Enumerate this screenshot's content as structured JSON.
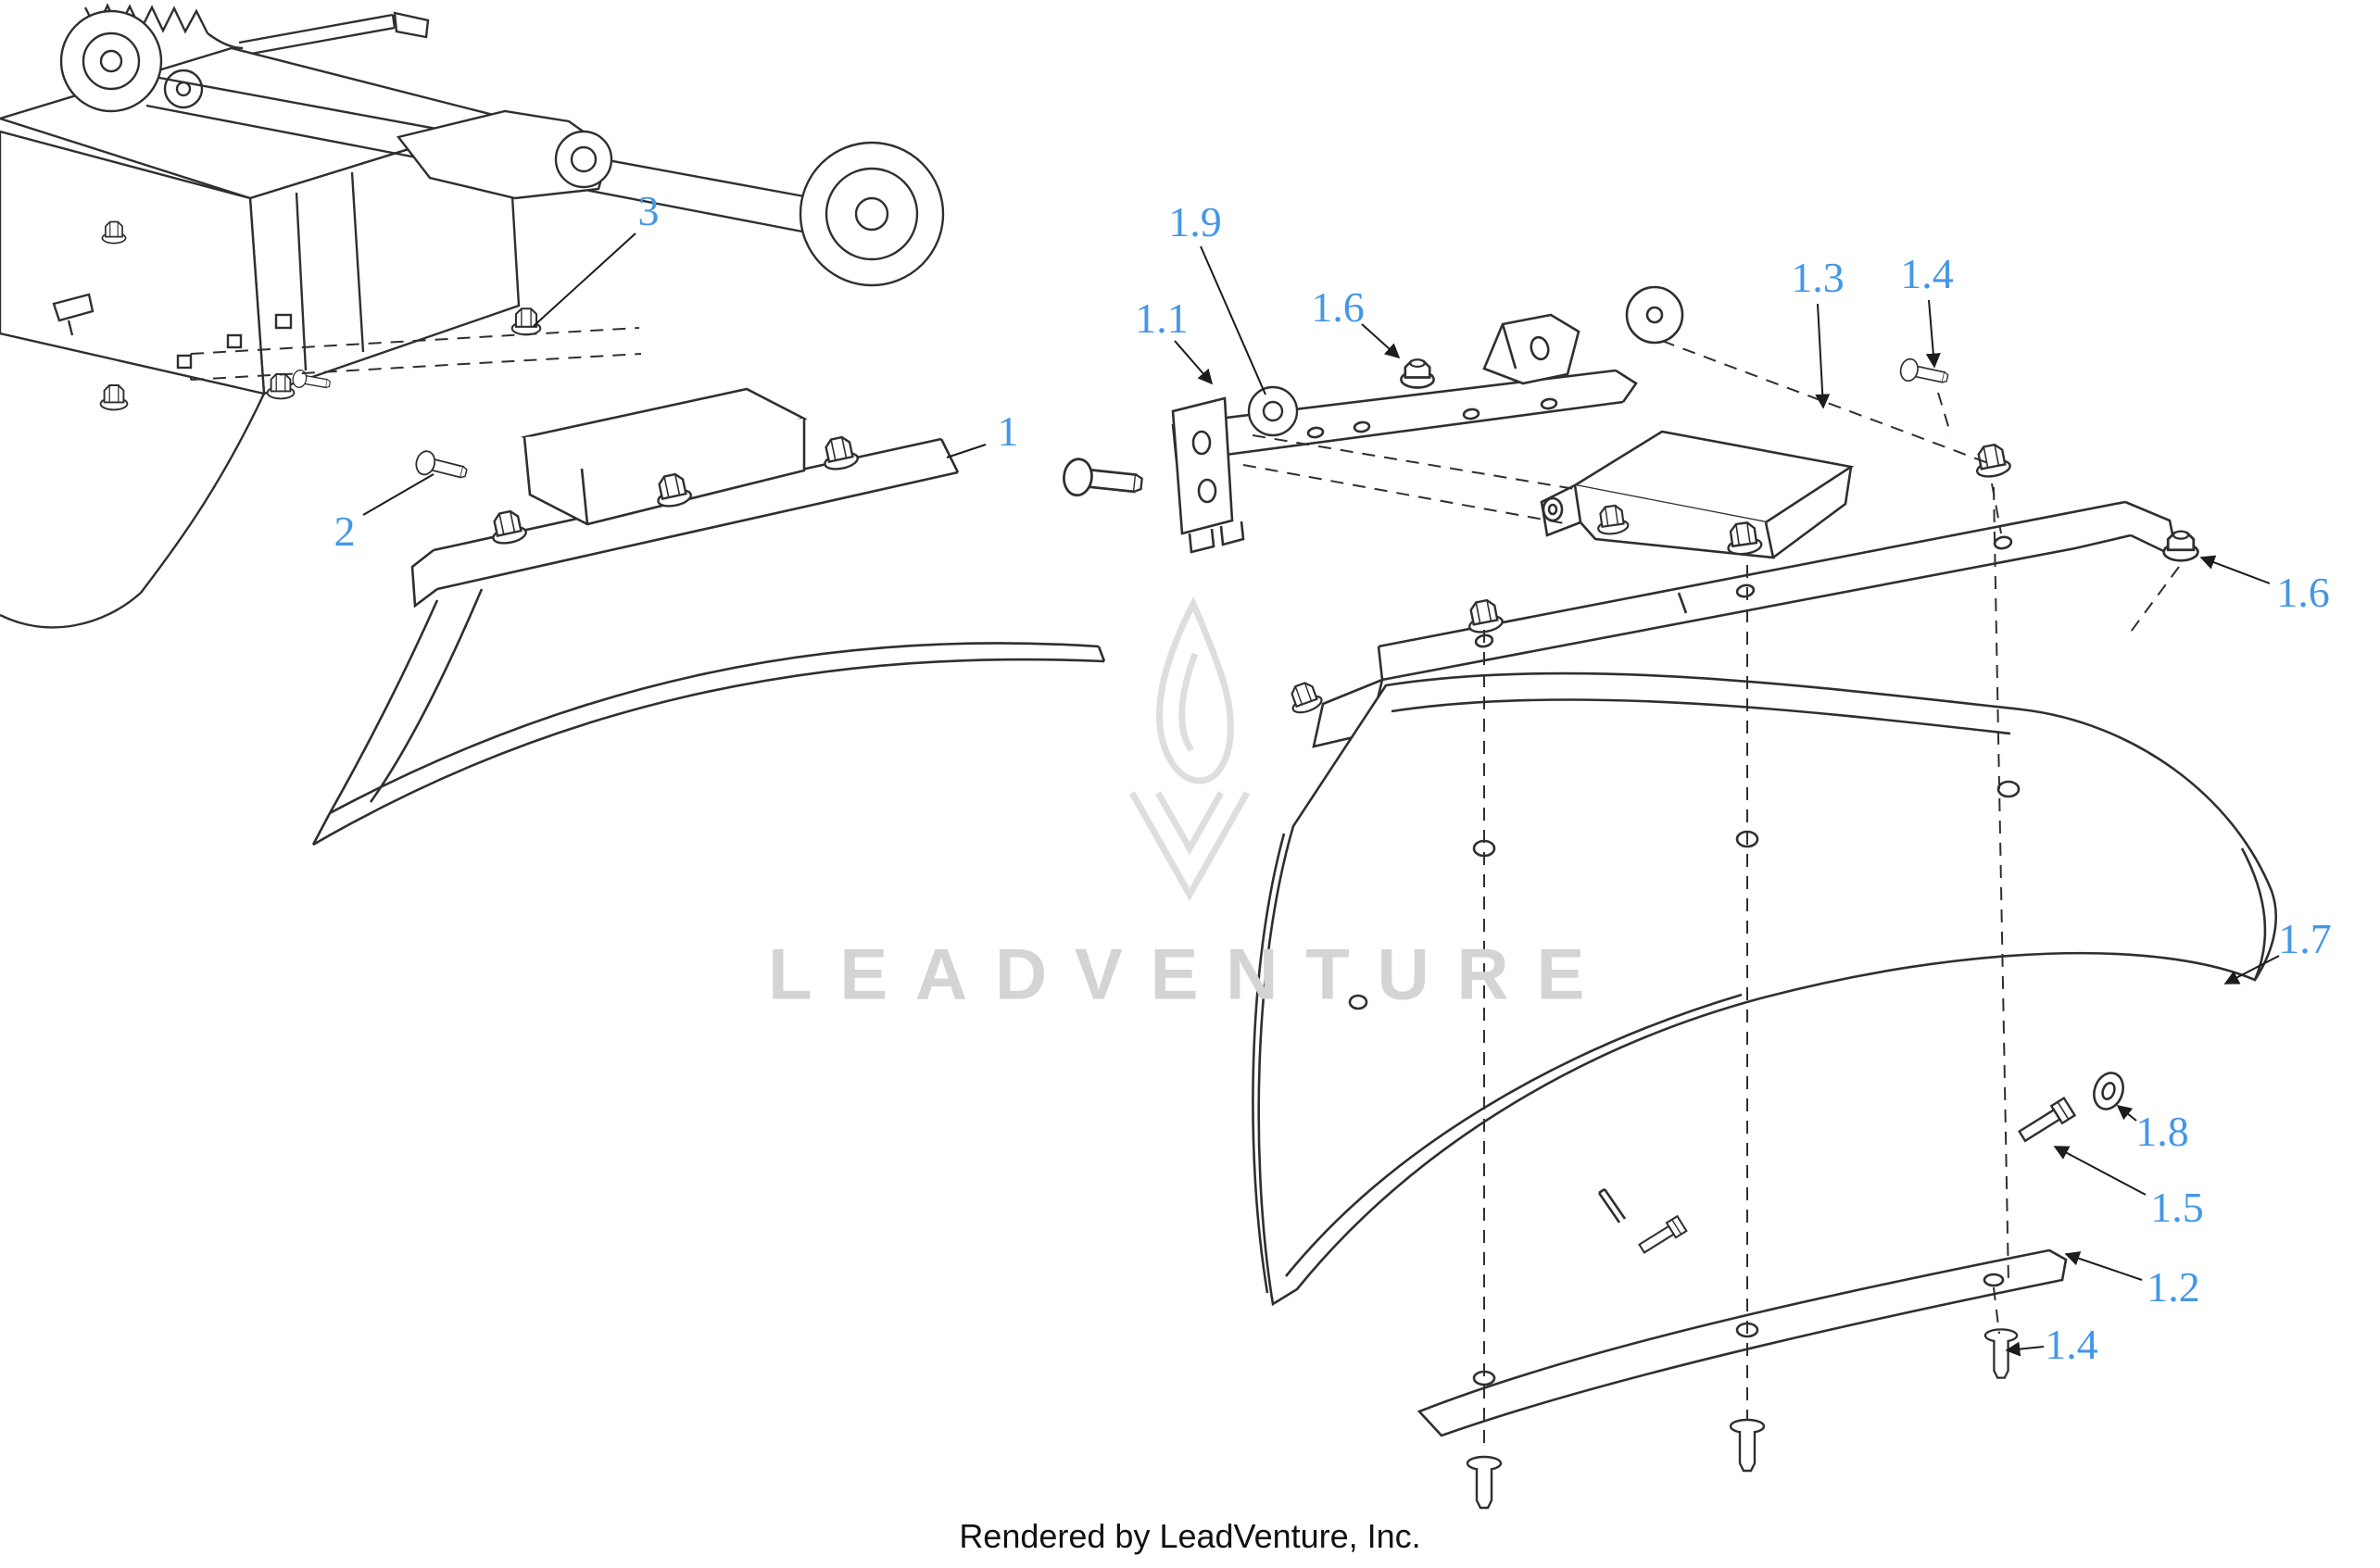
{
  "page": {
    "background": "#ffffff",
    "footer_credit": "Rendered by LeadVenture, Inc."
  },
  "watermark": {
    "text": "LEADVENTURE",
    "logo": "leadventure-flame-v-logo",
    "text_color": "#d4d4d4"
  },
  "diagram": {
    "type": "exploded-parts-diagram",
    "subject": "mower-deck-deflector-assembly",
    "line_color": "#2f2f2f",
    "callout_color": "#4597e6",
    "callouts": [
      {
        "label": "3"
      },
      {
        "label": "2"
      },
      {
        "label": "1"
      },
      {
        "label": "1.9"
      },
      {
        "label": "1.1"
      },
      {
        "label": "1.6"
      },
      {
        "label": "1.3"
      },
      {
        "label": "1.4"
      },
      {
        "label": "1.6"
      },
      {
        "label": "1.7"
      },
      {
        "label": "1.8"
      },
      {
        "label": "1.5"
      },
      {
        "label": "1.2"
      },
      {
        "label": "1.4"
      }
    ]
  }
}
